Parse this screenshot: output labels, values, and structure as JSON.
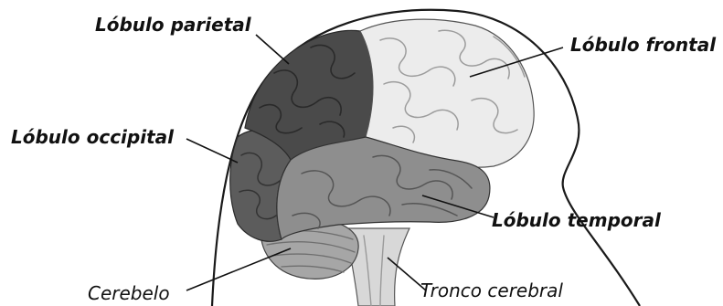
{
  "labels": {
    "parietal": "Lóbulo parietal",
    "frontal": "Lóbulo frontal",
    "occipital": "Lóbulo occipital",
    "temporal": "Lóbulo temporal",
    "cerebelo": "Cerebelo",
    "tronco": "Tronco cerebral"
  },
  "colors": {
    "frontal": "#ececec",
    "parietal": "#4a4a4a",
    "occipital": "#5c5c5c",
    "temporal": "#8e8e8e",
    "cerebellum": "#a6a6a6",
    "brainstem": "#d8d8d8",
    "outline": "#1a1a1a"
  }
}
